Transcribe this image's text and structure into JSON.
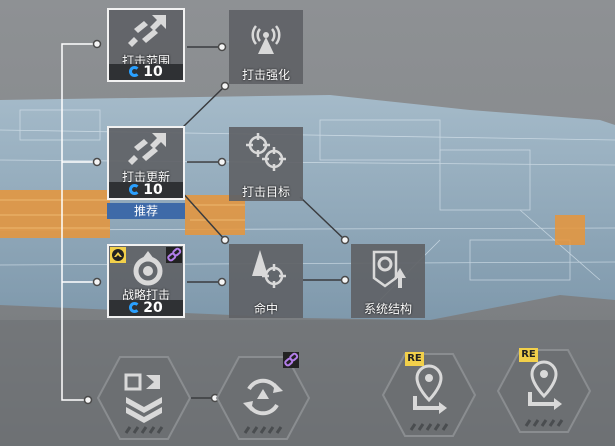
{
  "nodes": {
    "strike_range": {
      "label": "打击范围",
      "cost": "10"
    },
    "strike_update": {
      "label": "打击更新",
      "cost": "10",
      "tag": "推荐"
    },
    "strategic_strike": {
      "label": "战略打击",
      "cost": "20"
    },
    "strike_boost": {
      "label": "打击强化"
    },
    "strike_target": {
      "label": "打击目标"
    },
    "hit": {
      "label": "命中"
    },
    "system_structure": {
      "label": "系统结构"
    },
    "re_badge_1": "RE",
    "re_badge_2": "RE"
  },
  "colors": {
    "accent_yellow": "#f2d04a",
    "link_purple": "#9b57d6",
    "recommend_blue": "#3e6aa8",
    "cost_icon_blue": "#2aa0ff"
  }
}
